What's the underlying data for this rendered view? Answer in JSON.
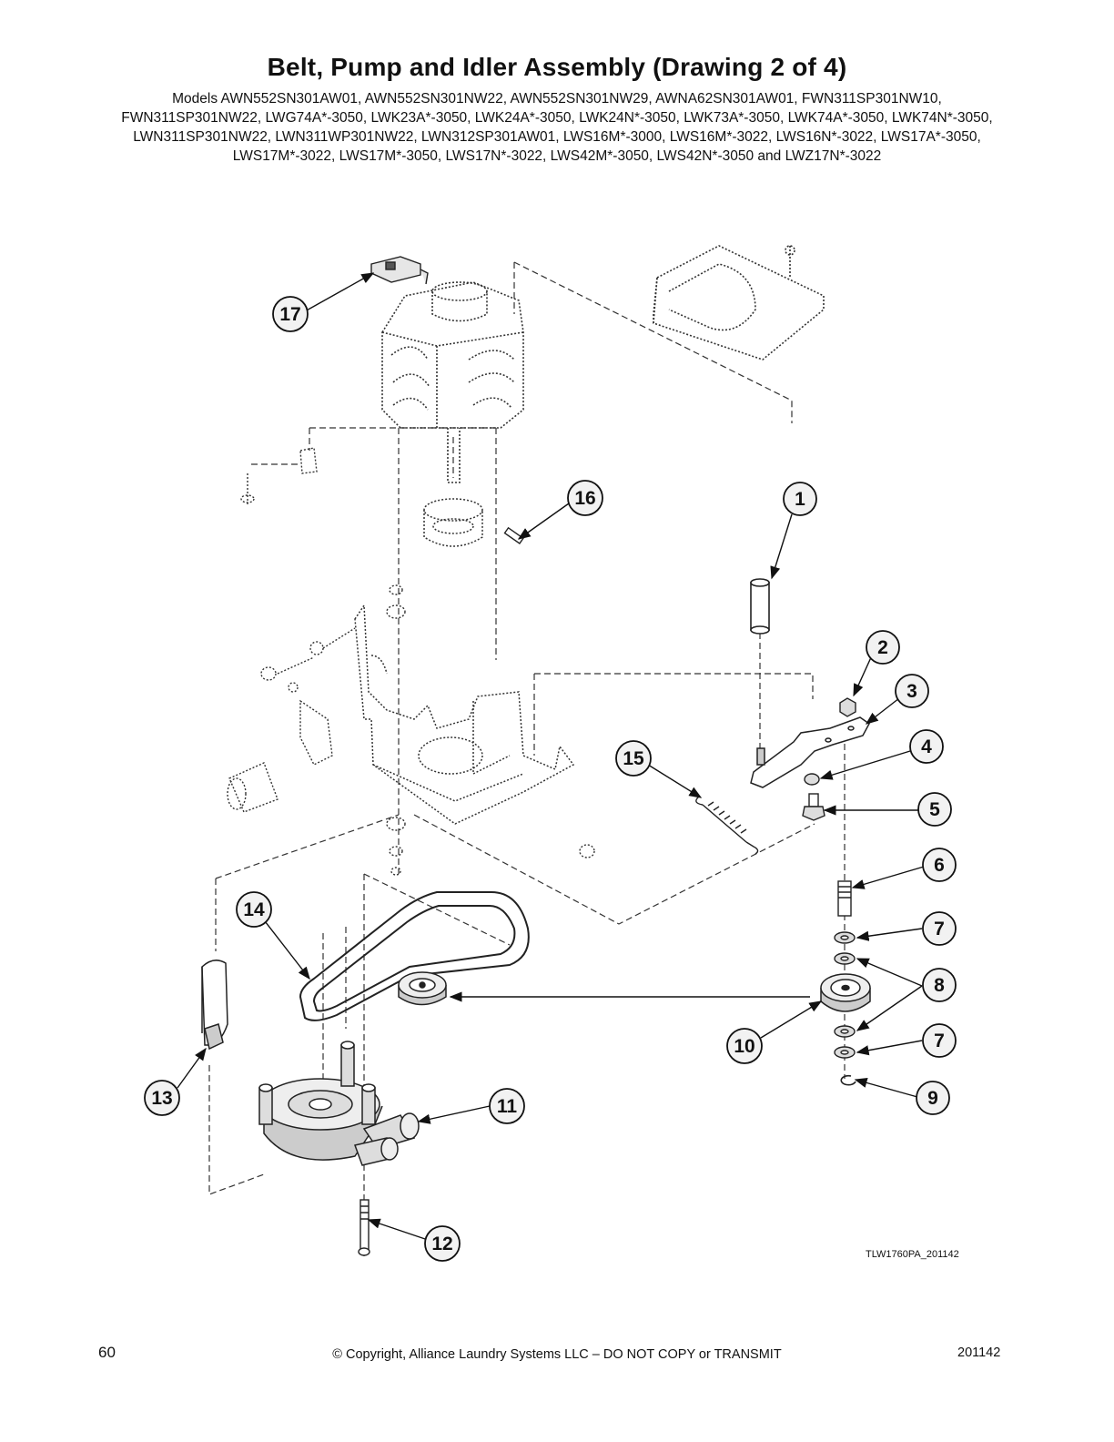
{
  "header": {
    "title": "Belt, Pump and Idler Assembly (Drawing 2 of 4)",
    "models": "Models AWN552SN301AW01, AWN552SN301NW22, AWN552SN301NW29, AWNA62SN301AW01, FWN311SP301NW10, FWN311SP301NW22, LWG74A*-3050, LWK23A*-3050, LWK24A*-3050, LWK24N*-3050, LWK73A*-3050, LWK74A*-3050, LWK74N*-3050, LWN311SP301NW22, LWN311WP301NW22, LWN312SP301AW01, LWS16M*-3000, LWS16M*-3022, LWS16N*-3022, LWS17A*-3050, LWS17M*-3022, LWS17M*-3050, LWS17N*-3022, LWS42M*-3050, LWS42N*-3050 and LWZ17N*-3022"
  },
  "diagram": {
    "callouts": [
      "1",
      "2",
      "3",
      "4",
      "5",
      "6",
      "7",
      "8",
      "10",
      "7",
      "9",
      "11",
      "12",
      "13",
      "14",
      "15",
      "16",
      "17"
    ],
    "drawing_id": "TLW1760PA_201142"
  },
  "footer": {
    "page_number": "60",
    "copyright": "© Copyright, Alliance Laundry Systems LLC – DO NOT COPY or TRANSMIT",
    "doc_number": "201142"
  }
}
